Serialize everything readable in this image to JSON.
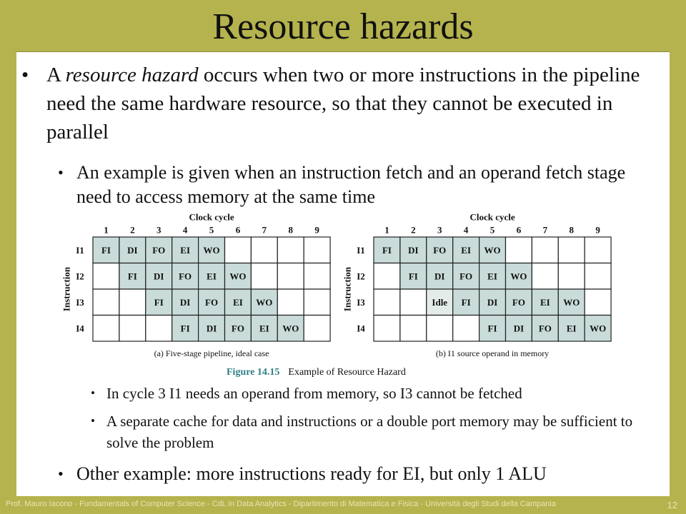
{
  "slide": {
    "title": "Resource hazards",
    "footer": "Prof. Mauro Iacono - Fundamentals of Computer  Science - CdL in Data Analytics - Dipartimento di Matematica e Fisica - Università degli Studi della Campania",
    "page_number": "12"
  },
  "bullets": {
    "b1_lead": "A ",
    "b1_term": "resource hazard",
    "b1_rest": " occurs when two or more instructions in the pipeline need the same hardware resource, so that they cannot be executed in parallel",
    "b2": "An example is given when an instruction fetch and an operand fetch stage need to access memory at the same time",
    "b3": "In cycle 3 I1 needs an operand from memory, so I3 cannot be fetched",
    "b4": "A separate cache for data and instructions or a double port memory may be sufficient to solve the problem",
    "b5": "Other example: more instructions ready for EI, but only 1 ALU"
  },
  "figure": {
    "number": "Figure 14.15",
    "caption": "Example of Resource Hazard",
    "clock_label": "Clock cycle",
    "instr_label": "Instruction",
    "cycles": [
      "1",
      "2",
      "3",
      "4",
      "5",
      "6",
      "7",
      "8",
      "9"
    ],
    "rows": [
      "I1",
      "I2",
      "I3",
      "I4"
    ],
    "colors": {
      "filled": "#c9dcda",
      "idle": "#e4ecea",
      "grid": "#222222",
      "caption": "#2f7f86"
    },
    "diagrams": [
      {
        "caption": "(a) Five-stage pipeline, ideal case",
        "grid": [
          [
            "FI",
            "DI",
            "FO",
            "EI",
            "WO",
            "",
            "",
            "",
            ""
          ],
          [
            "",
            "FI",
            "DI",
            "FO",
            "EI",
            "WO",
            "",
            "",
            ""
          ],
          [
            "",
            "",
            "FI",
            "DI",
            "FO",
            "EI",
            "WO",
            "",
            ""
          ],
          [
            "",
            "",
            "",
            "FI",
            "DI",
            "FO",
            "EI",
            "WO",
            ""
          ]
        ]
      },
      {
        "caption": "(b) I1 source operand in memory",
        "grid": [
          [
            "FI",
            "DI",
            "FO",
            "EI",
            "WO",
            "",
            "",
            "",
            ""
          ],
          [
            "",
            "FI",
            "DI",
            "FO",
            "EI",
            "WO",
            "",
            "",
            ""
          ],
          [
            "",
            "",
            "Idle",
            "FI",
            "DI",
            "FO",
            "EI",
            "WO",
            ""
          ],
          [
            "",
            "",
            "",
            "",
            "FI",
            "DI",
            "FO",
            "EI",
            "WO"
          ]
        ]
      }
    ]
  }
}
